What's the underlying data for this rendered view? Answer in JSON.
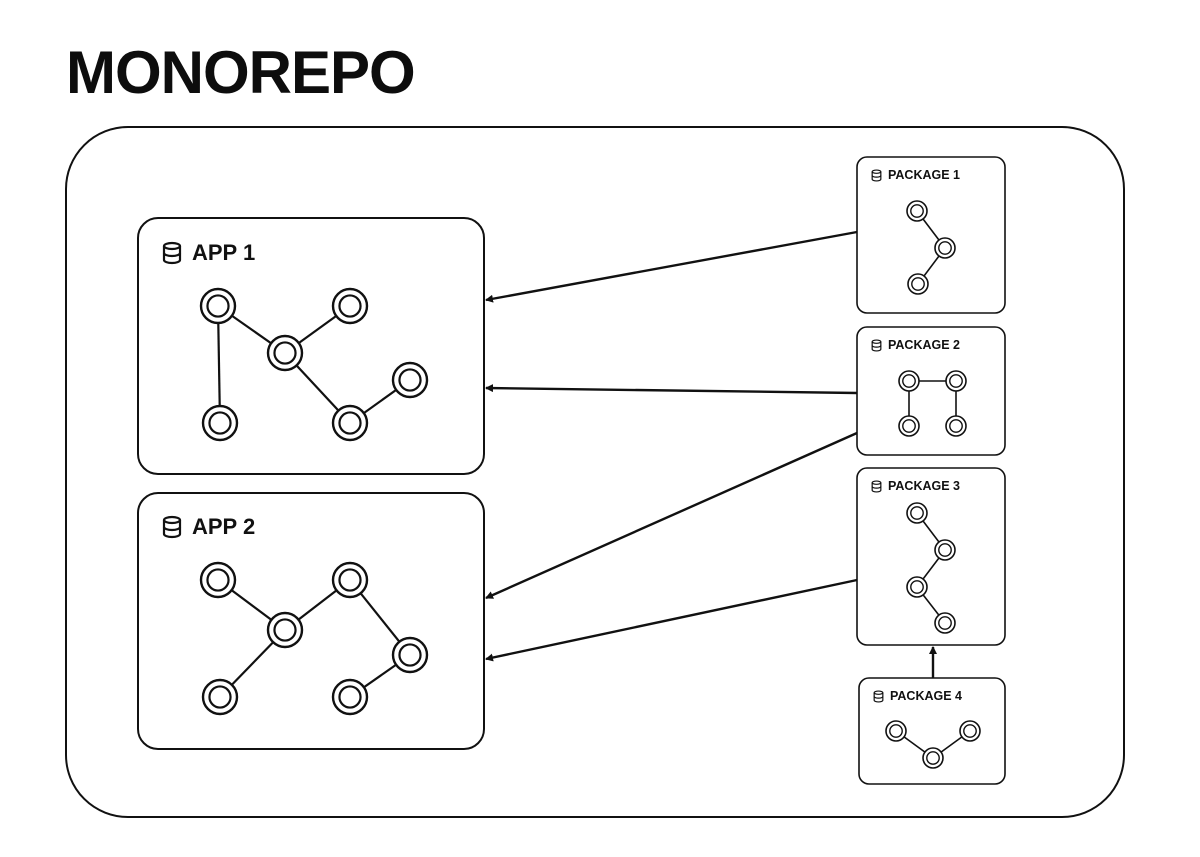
{
  "title": "MONOREPO",
  "colors": {
    "stroke": "#111111",
    "background": "#ffffff"
  },
  "apps": [
    {
      "id": "app1",
      "label": "APP 1",
      "icon": "database-icon"
    },
    {
      "id": "app2",
      "label": "APP 2",
      "icon": "database-icon"
    }
  ],
  "packages": [
    {
      "id": "pkg1",
      "label": "PACKAGE 1",
      "icon": "database-icon"
    },
    {
      "id": "pkg2",
      "label": "PACKAGE 2",
      "icon": "database-icon"
    },
    {
      "id": "pkg3",
      "label": "PACKAGE 3",
      "icon": "database-icon"
    },
    {
      "id": "pkg4",
      "label": "PACKAGE 4",
      "icon": "database-icon"
    }
  ],
  "dependencies": [
    {
      "from": "pkg1",
      "to": "app1"
    },
    {
      "from": "pkg2",
      "to": "app1"
    },
    {
      "from": "pkg2",
      "to": "app2"
    },
    {
      "from": "pkg3",
      "to": "app2"
    },
    {
      "from": "pkg4",
      "to": "pkg3"
    }
  ]
}
